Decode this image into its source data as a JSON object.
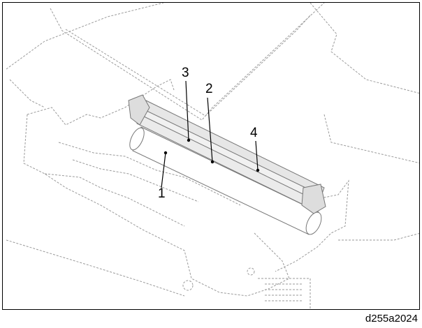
{
  "figure": {
    "code": "d255a2024",
    "line_color": "#9a9a9a",
    "leader_color": "#000000",
    "callouts": [
      {
        "id": "c1",
        "label": "1"
      },
      {
        "id": "c2",
        "label": "2"
      },
      {
        "id": "c3",
        "label": "3"
      },
      {
        "id": "c4",
        "label": "4"
      }
    ]
  }
}
